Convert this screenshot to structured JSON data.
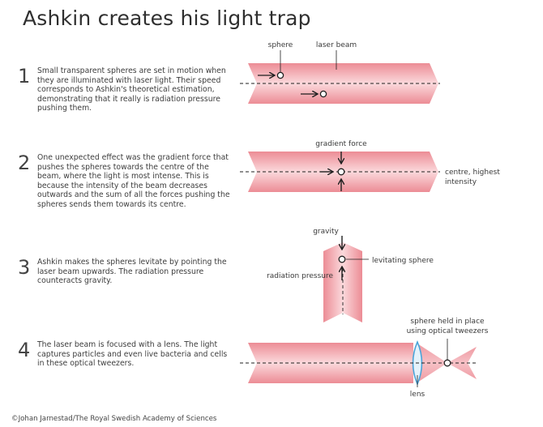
{
  "title": "Ashkin creates his light trap",
  "steps": [
    {
      "number": "1",
      "text": "Small transparent spheres are set in motion when they are illuminated with laser light. Their speed corresponds to Ashkin's theoretical estimation, demonstrating that it really is radiation pressure pushing them."
    },
    {
      "number": "2",
      "text": "One unexpected effect was the gradient force that pushes the spheres towards the centre of the beam, where the light is most intense. This is because the intensity of the beam decreases outwards and the sum of all the forces pushing the spheres sends them towards its centre."
    },
    {
      "number": "3",
      "text": "Ashkin makes the spheres levitate by pointing the laser beam upwards. The radiation pressure counteracts gravity."
    },
    {
      "number": "4",
      "text": "The laser beam is focused with a lens. The light captures particles and even live bacteria and cells in these optical tweezers."
    }
  ],
  "labels": {
    "sphere": "sphere",
    "laser_beam": "laser beam",
    "gradient_force": "gradient force",
    "centre_line1": "centre, highest",
    "centre_line2": "intensity",
    "gravity": "gravity",
    "levitating_sphere": "levitating sphere",
    "radiation_pressure": "radiation pressure",
    "held_line1": "sphere held in place",
    "held_line2": "using optical tweezers",
    "lens": "lens"
  },
  "credit": "©Johan Jarnestad/The Royal Swedish Academy of Sciences",
  "colors": {
    "beam_edge": "#ec8c95",
    "beam_core": "#f6c1c6",
    "lens": "#4aa3d8",
    "ink": "#1f1f1f"
  }
}
